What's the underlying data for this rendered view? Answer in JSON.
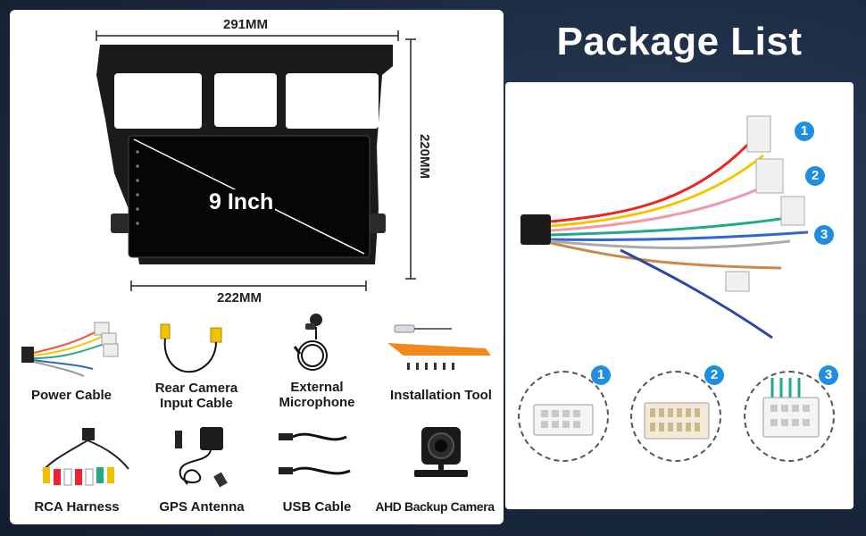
{
  "title": "Package List",
  "dimensions": {
    "top_width": "291MM",
    "height": "220MM",
    "bottom_width": "222MM",
    "screen_size": "9 Inch"
  },
  "items": [
    {
      "label": "Power Cable",
      "icon": "power-cable-icon"
    },
    {
      "label": "Rear Camera\nInput Cable",
      "icon": "rear-camera-cable-icon"
    },
    {
      "label": "External\nMicrophone",
      "icon": "microphone-icon"
    },
    {
      "label": "Installation Tool",
      "icon": "installation-tool-icon"
    },
    {
      "label": "RCA Harness",
      "icon": "rca-harness-icon"
    },
    {
      "label": "GPS Antenna",
      "icon": "gps-antenna-icon"
    },
    {
      "label": "USB Cable",
      "icon": "usb-cable-icon"
    },
    {
      "label": "AHD Backup Camera",
      "icon": "backup-camera-icon"
    }
  ],
  "connector_numbers": [
    "1",
    "2",
    "3"
  ],
  "colors": {
    "accent_blue": "#1f8ee0",
    "background_dark": "#1b2a40",
    "tool_orange": "#f08a1c"
  }
}
